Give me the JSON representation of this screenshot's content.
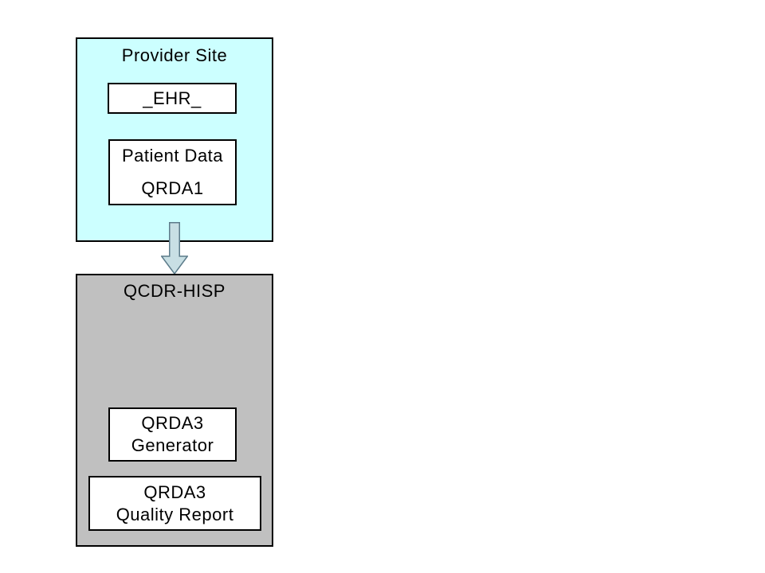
{
  "provider_site": {
    "title": "Provider Site",
    "ehr": "_EHR_",
    "patient_data": {
      "line1": "Patient Data",
      "line2": "QRDA1"
    }
  },
  "arrow": {
    "icon": "down-block-arrow",
    "direction": "down"
  },
  "qcdr_hisp": {
    "title": "QCDR-HISP",
    "generator": {
      "line1": "QRDA3",
      "line2": "Generator"
    },
    "quality_report": {
      "line1": "QRDA3",
      "line2": "Quality Report"
    }
  },
  "colors": {
    "provider_bg": "#CCFFFF",
    "qcdr_bg": "#C0C0C0",
    "node_bg": "#FFFFFF",
    "border": "#000000",
    "text": "#000000",
    "arrow_fill": "#C8DFE4",
    "arrow_stroke": "#5C7B8A",
    "slide_bg": "#FFFFFF"
  }
}
